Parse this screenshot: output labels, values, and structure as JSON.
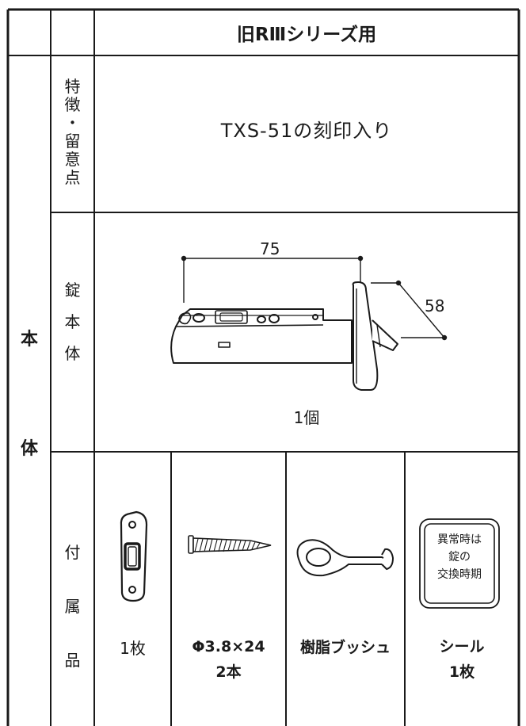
{
  "header": {
    "title": "旧RⅢシリーズ用"
  },
  "side_label": [
    "本",
    "体"
  ],
  "features": {
    "label_chars": [
      "特",
      "徴",
      "・",
      "留",
      "意",
      "点"
    ],
    "text": "TXS-51の刻印入り"
  },
  "lock_body": {
    "label_chars": [
      "錠",
      "本",
      "体"
    ],
    "dim_length": "75",
    "dim_width": "58",
    "quantity": "1個"
  },
  "accessories": {
    "label_chars": [
      "付",
      "属",
      "品"
    ],
    "items": [
      {
        "icon": "strike-plate-icon",
        "caption_lines": [
          "1枚"
        ]
      },
      {
        "icon": "screw-icon",
        "caption_lines": [
          "Φ3.8×24",
          "2本"
        ]
      },
      {
        "icon": "resin-bush-icon",
        "caption_lines": [
          "樹脂ブッシュ"
        ]
      },
      {
        "icon": "seal-sticker-icon",
        "sticker_lines": [
          "異常時は",
          "錠の",
          "交換時期"
        ],
        "caption_lines": [
          "シール",
          "1枚"
        ]
      }
    ]
  },
  "colors": {
    "line": "#1a1a1a",
    "background": "#ffffff"
  }
}
